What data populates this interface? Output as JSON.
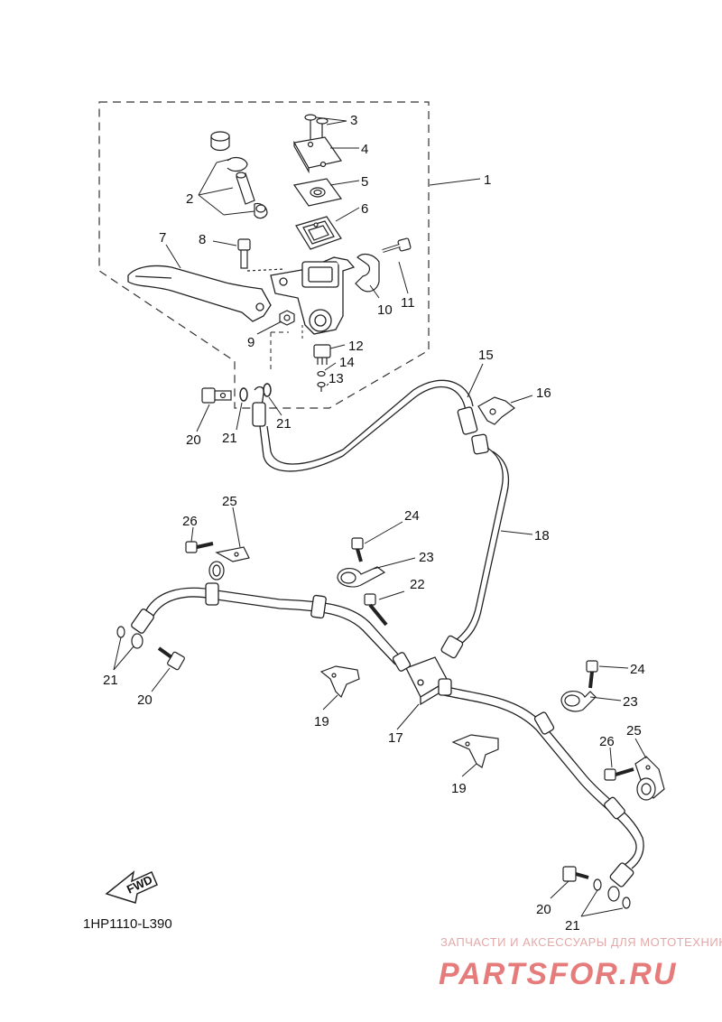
{
  "diagram_code": "1HP1110-L390",
  "direction_label": "FWD",
  "callouts": [
    {
      "id": "c1",
      "text": "1"
    },
    {
      "id": "c2",
      "text": "2"
    },
    {
      "id": "c3",
      "text": "3"
    },
    {
      "id": "c4",
      "text": "4"
    },
    {
      "id": "c5",
      "text": "5"
    },
    {
      "id": "c6",
      "text": "6"
    },
    {
      "id": "c7",
      "text": "7"
    },
    {
      "id": "c8",
      "text": "8"
    },
    {
      "id": "c9",
      "text": "9"
    },
    {
      "id": "c10",
      "text": "10"
    },
    {
      "id": "c11",
      "text": "11"
    },
    {
      "id": "c12",
      "text": "12"
    },
    {
      "id": "c13",
      "text": "13"
    },
    {
      "id": "c14",
      "text": "14"
    },
    {
      "id": "c15",
      "text": "15"
    },
    {
      "id": "c16",
      "text": "16"
    },
    {
      "id": "c17",
      "text": "17"
    },
    {
      "id": "c18",
      "text": "18"
    },
    {
      "id": "c19a",
      "text": "19"
    },
    {
      "id": "c19b",
      "text": "19"
    },
    {
      "id": "c20a",
      "text": "20"
    },
    {
      "id": "c20b",
      "text": "20"
    },
    {
      "id": "c20c",
      "text": "20"
    },
    {
      "id": "c21a",
      "text": "21"
    },
    {
      "id": "c21b",
      "text": "21"
    },
    {
      "id": "c21c",
      "text": "21"
    },
    {
      "id": "c21d",
      "text": "21"
    },
    {
      "id": "c22",
      "text": "22"
    },
    {
      "id": "c23a",
      "text": "23"
    },
    {
      "id": "c23b",
      "text": "23"
    },
    {
      "id": "c24a",
      "text": "24"
    },
    {
      "id": "c24b",
      "text": "24"
    },
    {
      "id": "c25a",
      "text": "25"
    },
    {
      "id": "c25b",
      "text": "25"
    },
    {
      "id": "c26a",
      "text": "26"
    },
    {
      "id": "c26b",
      "text": "26"
    }
  ],
  "watermark": {
    "tagline": "ЗАПЧАСТИ И АКСЕССУАРЫ ДЛЯ МОТОТЕХНИКИ",
    "site": "PARTSFOR.RU",
    "color": "#e57b7b"
  }
}
